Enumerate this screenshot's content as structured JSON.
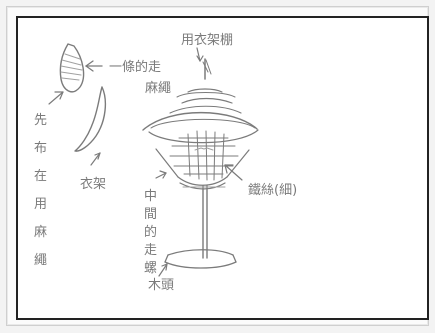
{
  "labels": {
    "top_right": "用衣架棚",
    "top_middle_line1": "一條的走",
    "top_middle_line2": "麻繩",
    "left_vertical": [
      "先",
      "布",
      "在",
      "用",
      "麻",
      "繩"
    ],
    "hanger": "衣架",
    "middle_vertical": [
      "中",
      "間",
      "的",
      "走",
      "螺"
    ],
    "iron_wire": "鐵絲(細)",
    "bottom": "木頭"
  }
}
